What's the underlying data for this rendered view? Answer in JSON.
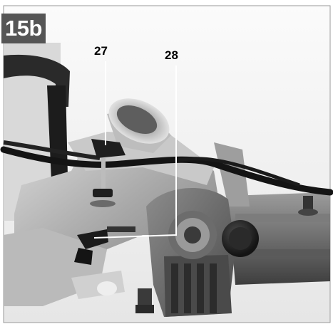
{
  "figure": {
    "label": "15b"
  },
  "callouts": [
    {
      "id": "27",
      "text": "27"
    },
    {
      "id": "28",
      "text": "28"
    }
  ],
  "colors": {
    "label_background": "#555555",
    "label_text": "#ffffff",
    "callout_text": "#000000",
    "leader_line": "#ffffff"
  }
}
